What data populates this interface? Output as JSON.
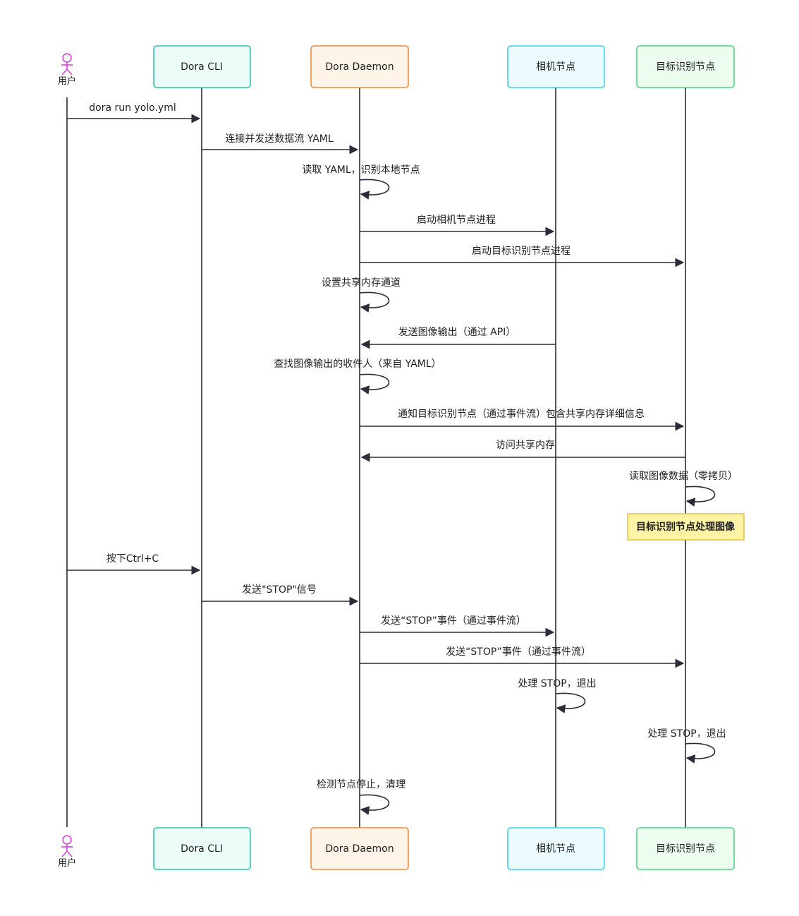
{
  "participants": {
    "user": {
      "label": "用户",
      "color": "#e040e0"
    },
    "cli": {
      "label": "Dora CLI",
      "fill": "#ecfdf9",
      "stroke": "#2cc6b0"
    },
    "daemon": {
      "label": "Dora Daemon",
      "fill": "#fff4e8",
      "stroke": "#f28a3a"
    },
    "camera": {
      "label": "相机节点",
      "fill": "#ecfbff",
      "stroke": "#3dd3ee"
    },
    "detector": {
      "label": "目标识别节点",
      "fill": "#ecfdf0",
      "stroke": "#4cd483"
    }
  },
  "messages": {
    "m1": "dora run yolo.yml",
    "m2": "连接并发送数据流 YAML",
    "m3": "读取 YAML，识别本地节点",
    "m4": "启动相机节点进程",
    "m5": "启动目标识别节点进程",
    "m6": "设置共享内存通道",
    "m7": "发送图像输出（通过 API）",
    "m8": "查找图像输出的收件人（来自 YAML）",
    "m9": "通知目标识别节点（通过事件流）包含共享内存详细信息",
    "m10": "访问共享内存",
    "m11": "读取图像数据（零拷贝）",
    "m12": "按下Ctrl+C",
    "m13": "发送\"STOP\"信号",
    "m14": "发送“STOP”事件（通过事件流）",
    "m15": "发送“STOP”事件（通过事件流）",
    "m16": "处理 STOP，退出",
    "m17": "处理 STOP，退出",
    "m18": "检测节点停止，清理"
  },
  "note": {
    "text": "目标识别节点处理图像",
    "fill": "#fff3a6",
    "stroke": "#e8c547"
  },
  "colors": {
    "line": "#2b2b3a"
  }
}
